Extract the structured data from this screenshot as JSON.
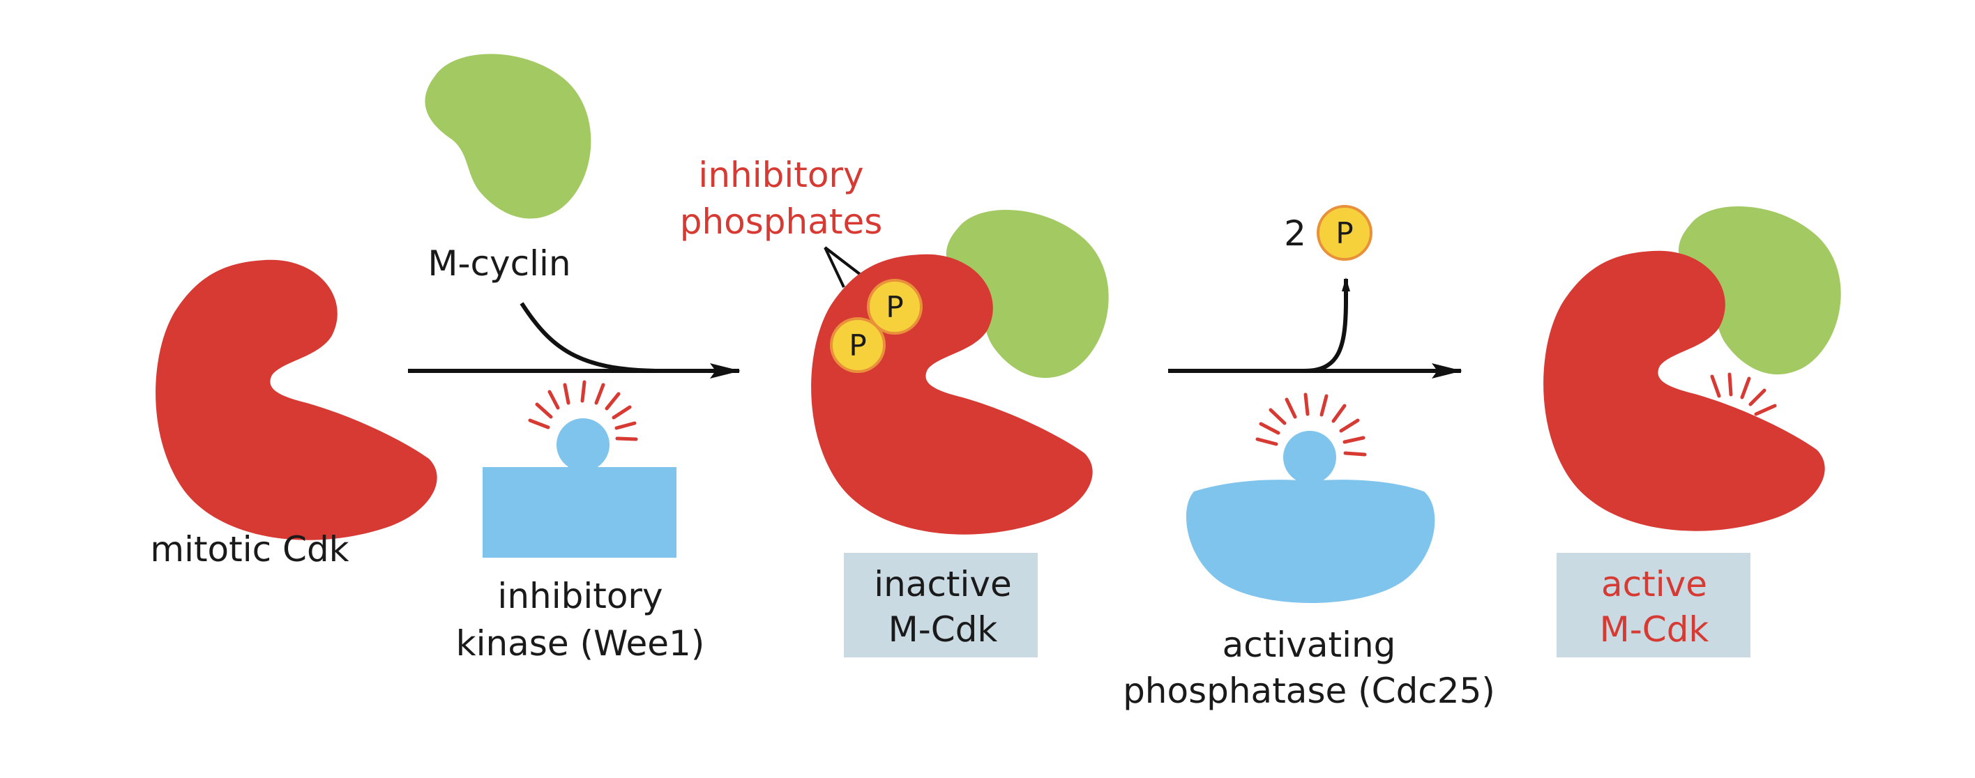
{
  "labels": {
    "mitotic_cdk": "mitotic Cdk",
    "m_cyclin": "M-cyclin",
    "inhibitory_phosphates_line1": "inhibitory",
    "inhibitory_phosphates_line2": "phosphates",
    "kinase_line1": "inhibitory",
    "kinase_line2": "kinase (Wee1)",
    "inactive_line1": "inactive",
    "inactive_line2": "M-Cdk",
    "phosphatase_line1": "activating",
    "phosphatase_line2": "phosphatase (Cdc25)",
    "active_line1": "active",
    "active_line2": "M-Cdk",
    "released_count": "2",
    "phosphate_symbol": "P"
  },
  "colors": {
    "cdk_red": "#d63a33",
    "cyclin_green": "#a2c962",
    "enzyme_blue": "#7fc4ec",
    "phosphate_yellow": "#f7d13b",
    "phosphate_stroke": "#e8913a",
    "label_box": "#c9dae3",
    "label_red": "#d63a33",
    "arrow_black": "#111111"
  }
}
